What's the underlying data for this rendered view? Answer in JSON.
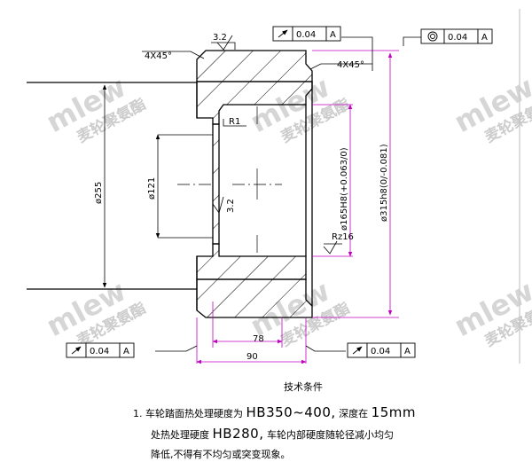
{
  "dimensions": {
    "chamfer_left": "4X45°",
    "chamfer_right": "4X45°",
    "roughness_top": "3.2",
    "radius": "R1",
    "roughness_mid": "3.2",
    "roughness_rz": "Rz16",
    "dia_255": "ø255",
    "dia_121": "ø121",
    "dia_165": "ø165H8(+0.063/0)",
    "dia_315": "ø315h8(0/-0.081)",
    "len_78": "78",
    "len_90": "90"
  },
  "tolerance_frames": {
    "top_left": {
      "symbol": "runout",
      "value": "0.04",
      "datum": "A"
    },
    "top_right": {
      "symbol": "concentricity",
      "value": "0.04",
      "datum": "A"
    },
    "bottom_left": {
      "symbol": "runout",
      "value": "0.04",
      "datum": "A"
    },
    "bottom_right": {
      "symbol": "runout",
      "value": "0.04",
      "datum": "A"
    }
  },
  "watermark": {
    "logo_text": "mlew",
    "cn_text": "麦轮聚氨酯"
  },
  "notes": {
    "title": "技术条件",
    "item1_num": "1.",
    "item1_a": "车轮踏面热处理硬度为",
    "item1_b": "HB350~400,",
    "item1_c": "深度在",
    "item1_d": "15mm",
    "item1_line2_a": "处热处理硬度",
    "item1_line2_b": "HB280,",
    "item1_line2_c": "车轮内部硬度随轮径减小均匀",
    "item1_line3": "降低,不得有不均匀或突变现象。"
  }
}
